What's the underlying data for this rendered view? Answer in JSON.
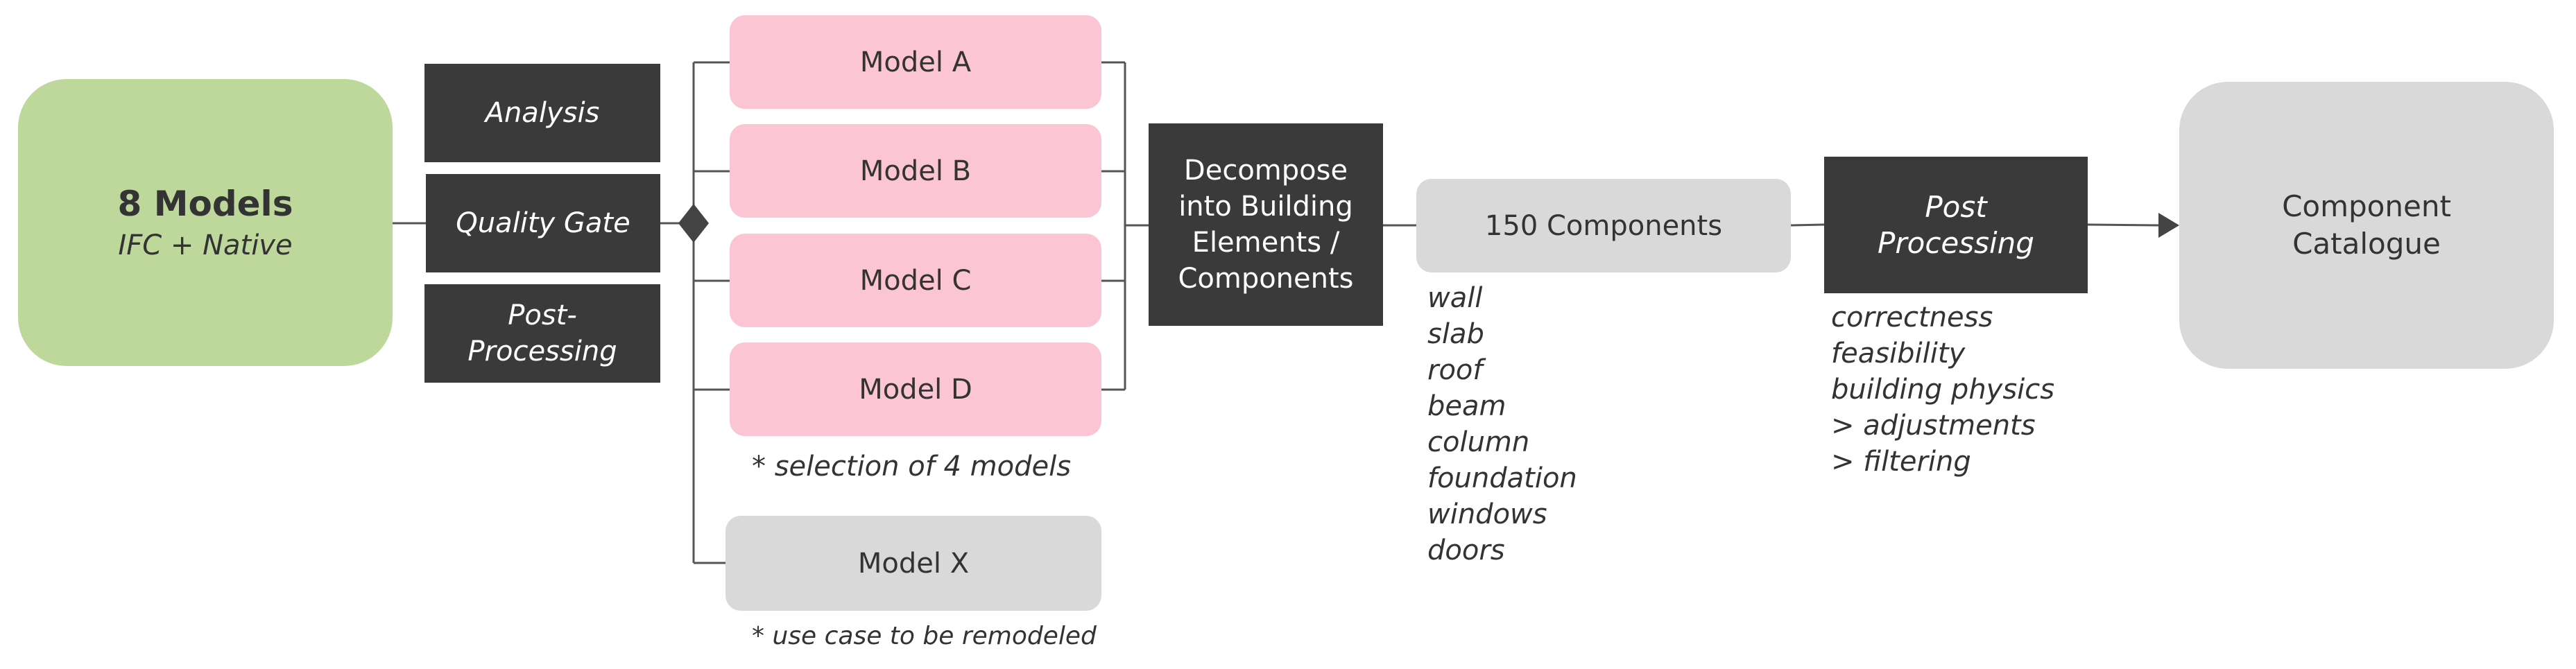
{
  "source": {
    "title": "8 Models",
    "subtitle": "IFC + Native"
  },
  "steps": {
    "analysis": "Analysis",
    "quality_gate": "Quality Gate",
    "post_processing": "Post-Processing"
  },
  "models": {
    "a": "Model A",
    "b": "Model B",
    "c": "Model C",
    "d": "Model D",
    "x": "Model X",
    "selection_note": "* selection of 4 models",
    "remodel_note": "* use case to be remodeled"
  },
  "decompose": {
    "label": "Decompose into Building Elements / Components"
  },
  "components": {
    "label": "150 Components",
    "types": [
      "wall",
      "slab",
      "roof",
      "beam",
      "column",
      "foundation",
      "windows",
      "doors"
    ]
  },
  "post": {
    "label": "Post Processing",
    "checks": [
      "correctness",
      "feasibility",
      "building physics",
      "> adjustments",
      "> filtering"
    ]
  },
  "catalogue": {
    "label": "Component Catalogue"
  },
  "colors": {
    "green": "#bed89b",
    "dark": "#3a3a3a",
    "pink": "#fcc5d3",
    "grey": "#d9d9d9",
    "line": "#444444"
  }
}
